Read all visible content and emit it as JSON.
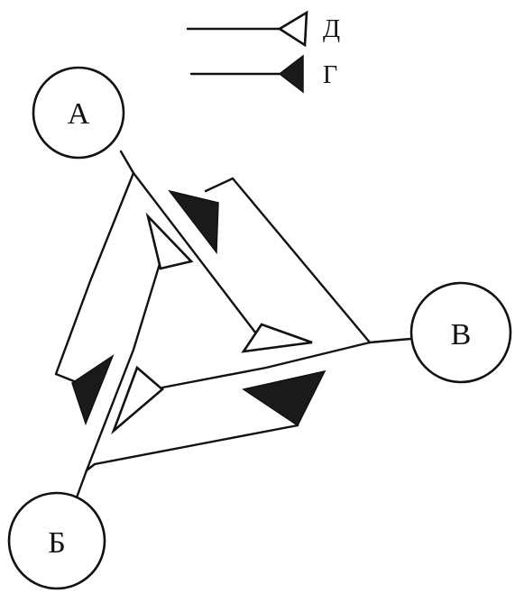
{
  "legend": {
    "open_synapse_label": "Д",
    "filled_synapse_label": "Г"
  },
  "nodes": {
    "a": "А",
    "b": "Б",
    "v": "В"
  }
}
